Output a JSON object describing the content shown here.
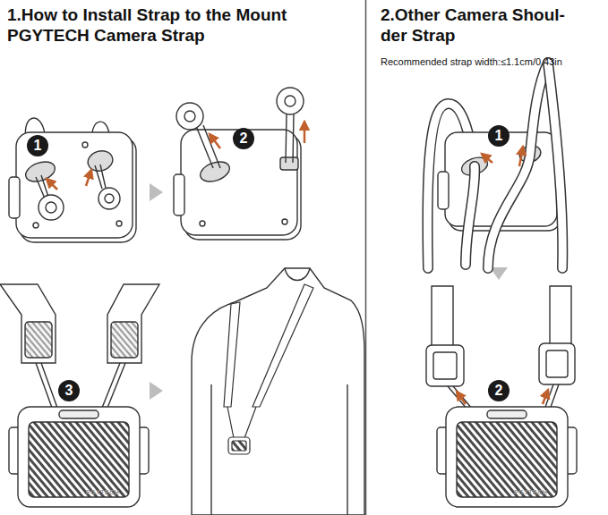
{
  "diagram": {
    "nodes": [
      {
        "text": [
          "1.How to Install Strap to the Mount PGYTECH Camera Strap"
        ]
      },
      {
        "text": [
          "2.Other Camera Shoul- der Strap",
          "Recommended strap width:≤1.1cm/0.43in"
        ]
      }
    ],
    "labels": [
      "1",
      "2",
      "3",
      "1",
      "2",
      "PGYTECH",
      "PGYTECH"
    ]
  }
}
